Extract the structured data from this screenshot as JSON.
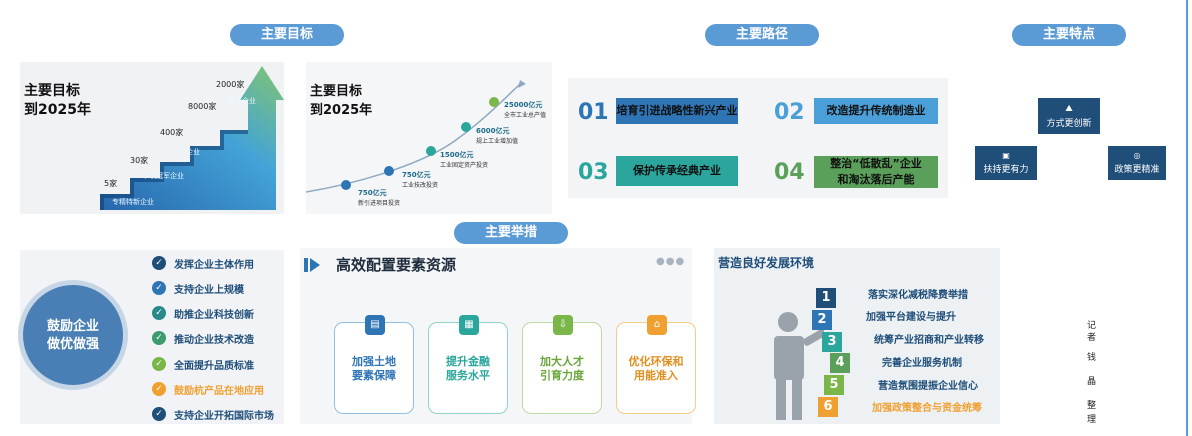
{
  "headers": {
    "goals": "主要目标",
    "paths": "主要路径",
    "features": "主要特点",
    "measures": "主要举措"
  },
  "goal_panel_1": {
    "title": "主要目标\n到2025年",
    "steps": [
      {
        "count": "5家",
        "label": "专精特新企业"
      },
      {
        "count": "30家",
        "label": "单项冠军企业"
      },
      {
        "count": "400家",
        "label": "规上企业"
      },
      {
        "count": "8000家",
        "label": "规上企业"
      },
      {
        "count": "2000家",
        "label": "国高企业"
      }
    ]
  },
  "goal_panel_2": {
    "title": "主要目标\n到2025年",
    "points": [
      {
        "value": "750亿元",
        "label": "新引进项目投资",
        "icon": "money-bag-icon"
      },
      {
        "value": "750亿元",
        "label": "工业技改投资",
        "icon": "gear-icon"
      },
      {
        "value": "1500亿元",
        "label": "工业固定资产投资",
        "icon": "factory-icon"
      },
      {
        "value": "6000亿元",
        "label": "规上工业增加值",
        "icon": "chart-icon"
      },
      {
        "value": "25000亿元",
        "label": "全市工业总产值",
        "icon": "coin-icon"
      }
    ]
  },
  "paths": [
    {
      "num": "01",
      "text": "培育引进战略性新兴产业",
      "color": "#2e75b6",
      "num_color": "#2e75b6"
    },
    {
      "num": "02",
      "text": "改造提升传统制造业",
      "color": "#4a9fd8",
      "num_color": "#4a9fd8"
    },
    {
      "num": "03",
      "text": "保护传承经典产业",
      "color": "#2aa69c",
      "num_color": "#2aa69c"
    },
    {
      "num": "04",
      "text": "整治“低散乱”企业\n和淘汰落后产能",
      "color": "#5aa05a",
      "num_color": "#5aa05a"
    }
  ],
  "features": [
    {
      "text": "方式更创新",
      "icon": "handshake-icon"
    },
    {
      "text": "扶持更有力",
      "icon": "support-icon"
    },
    {
      "text": "政策更精准",
      "icon": "target-icon"
    }
  ],
  "measure_left": {
    "circle": "鼓励企业\n做优做强",
    "items": [
      {
        "text": "发挥企业主体作用",
        "color": "#1f4e79"
      },
      {
        "text": "支持企业上规模",
        "color": "#2e75b6"
      },
      {
        "text": "助推企业科技创新",
        "color": "#2a8a8a"
      },
      {
        "text": "推动企业技术改造",
        "color": "#3d9b6e"
      },
      {
        "text": "全面提升品质标准",
        "color": "#7ab648"
      },
      {
        "text": "鼓励杭产品在地应用",
        "color": "#f0a030"
      },
      {
        "text": "支持企业开拓国际市场",
        "color": "#1f4e79"
      }
    ]
  },
  "measure_mid": {
    "title": "高效配置要素资源",
    "cards": [
      {
        "text": "加强土地\n要素保障",
        "color": "#2e75b6",
        "border": "#8fbfe3"
      },
      {
        "text": "提升金融\n服务水平",
        "color": "#2aa69c",
        "border": "#8fd3cb"
      },
      {
        "text": "加大人才\n引育力度",
        "color": "#7ab648",
        "border": "#bcdca0"
      },
      {
        "text": "优化环保和\n用能准入",
        "color": "#f0a030",
        "border": "#f5cc8a"
      }
    ]
  },
  "measure_right": {
    "title": "营造良好发展环境",
    "items": [
      {
        "num": "1",
        "text": "落实深化减税降费举措",
        "color": "#1f4e79"
      },
      {
        "num": "2",
        "text": "加强平台建设与提升",
        "color": "#2e75b6"
      },
      {
        "num": "3",
        "text": "统筹产业招商和产业转移",
        "color": "#2aa69c"
      },
      {
        "num": "4",
        "text": "完善企业服务机制",
        "color": "#5aa05a"
      },
      {
        "num": "5",
        "text": "营造氛围提振企业信心",
        "color": "#7ab648"
      },
      {
        "num": "6",
        "text": "加强政策整合与资金统筹",
        "color": "#f0a030"
      }
    ]
  },
  "credit": [
    "记",
    "者",
    "钱",
    "晶",
    "整",
    "理"
  ]
}
